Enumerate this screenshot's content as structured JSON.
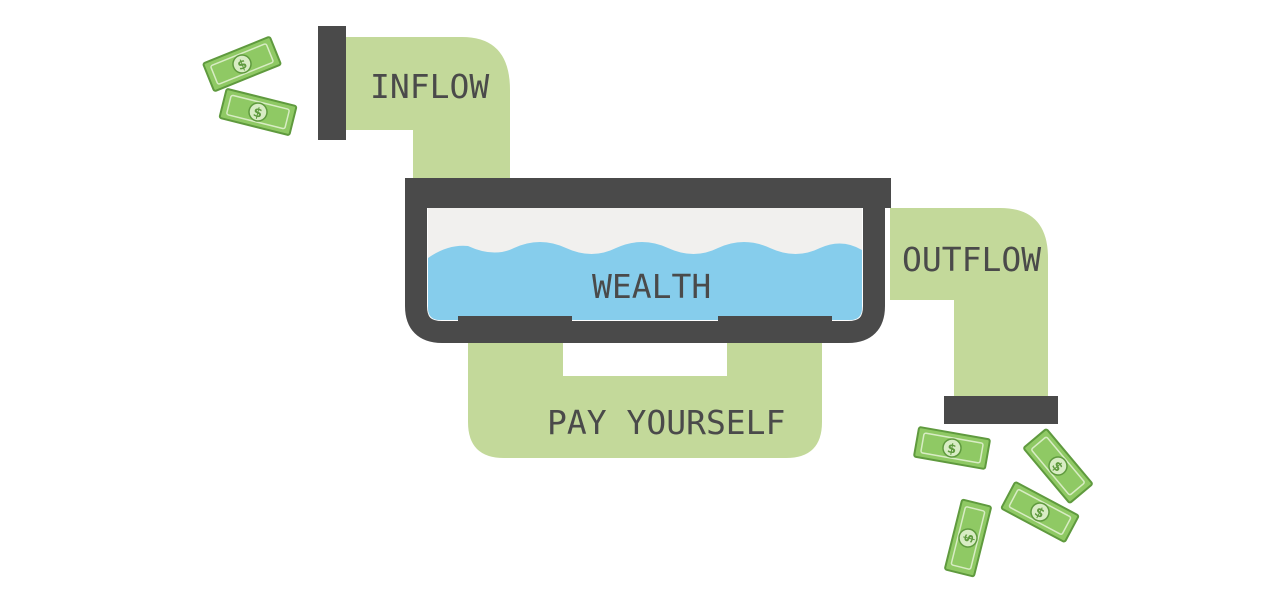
{
  "labels": {
    "inflow": "INFLOW",
    "outflow": "OUTFLOW",
    "wealth": "WEALTH",
    "pay_yourself": "PAY YOURSELF"
  },
  "colors": {
    "pipe": "#c3d99a",
    "dark": "#4a4a4a",
    "water": "#86cdec",
    "tub_air": "#f1f0ee",
    "bill": "#8fc964",
    "bill_dark": "#5f9a3e",
    "label": "#4a4a4a"
  },
  "icons": [
    "money-bill-icon"
  ]
}
